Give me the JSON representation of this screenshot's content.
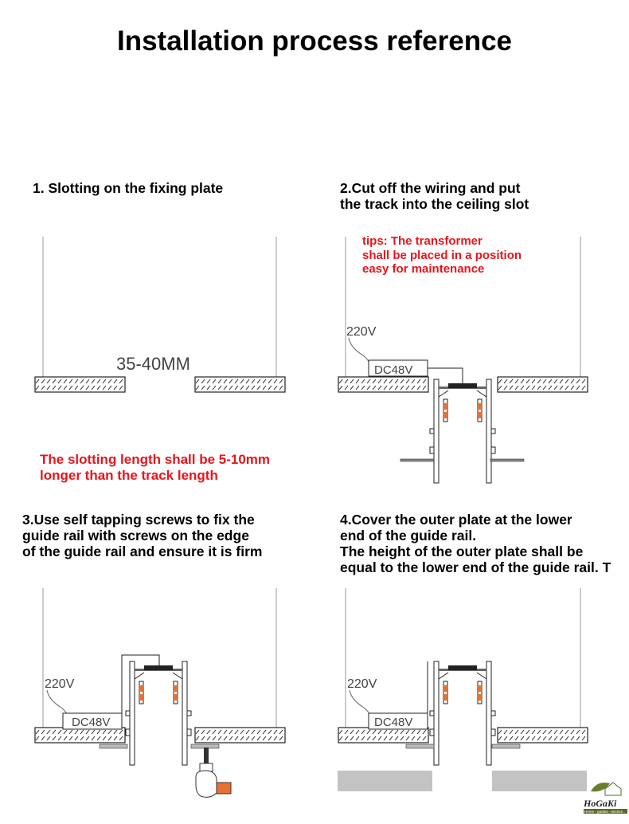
{
  "title": "Installation process reference",
  "steps": [
    {
      "text": "1. Slotting on the fixing plate",
      "dimension": "35-40MM",
      "note": "The slotting length shall be 5-10mm\nlonger than the track length"
    },
    {
      "text": "2.Cut off the wiring and put\nthe track into the ceiling slot",
      "tip": "tips: The transformer\nshall be placed in a position\neasy for maintenance",
      "voltage_in": "220V",
      "voltage_out": "DC48V"
    },
    {
      "text": "3.Use self tapping screws to fix the\nguide rail with screws on the edge\nof the guide rail and ensure it is firm",
      "voltage_in": "220V",
      "voltage_out": "DC48V"
    },
    {
      "text": "4.Cover the outer plate at the lower\nend of the guide rail.\nThe height of the outer plate shall be\nequal to the lower end of the guide rail. T",
      "voltage_in": "220V",
      "voltage_out": "DC48V"
    }
  ],
  "logo": {
    "name": "HoGaKi",
    "tagline": "Home - garden - kitchen"
  }
}
